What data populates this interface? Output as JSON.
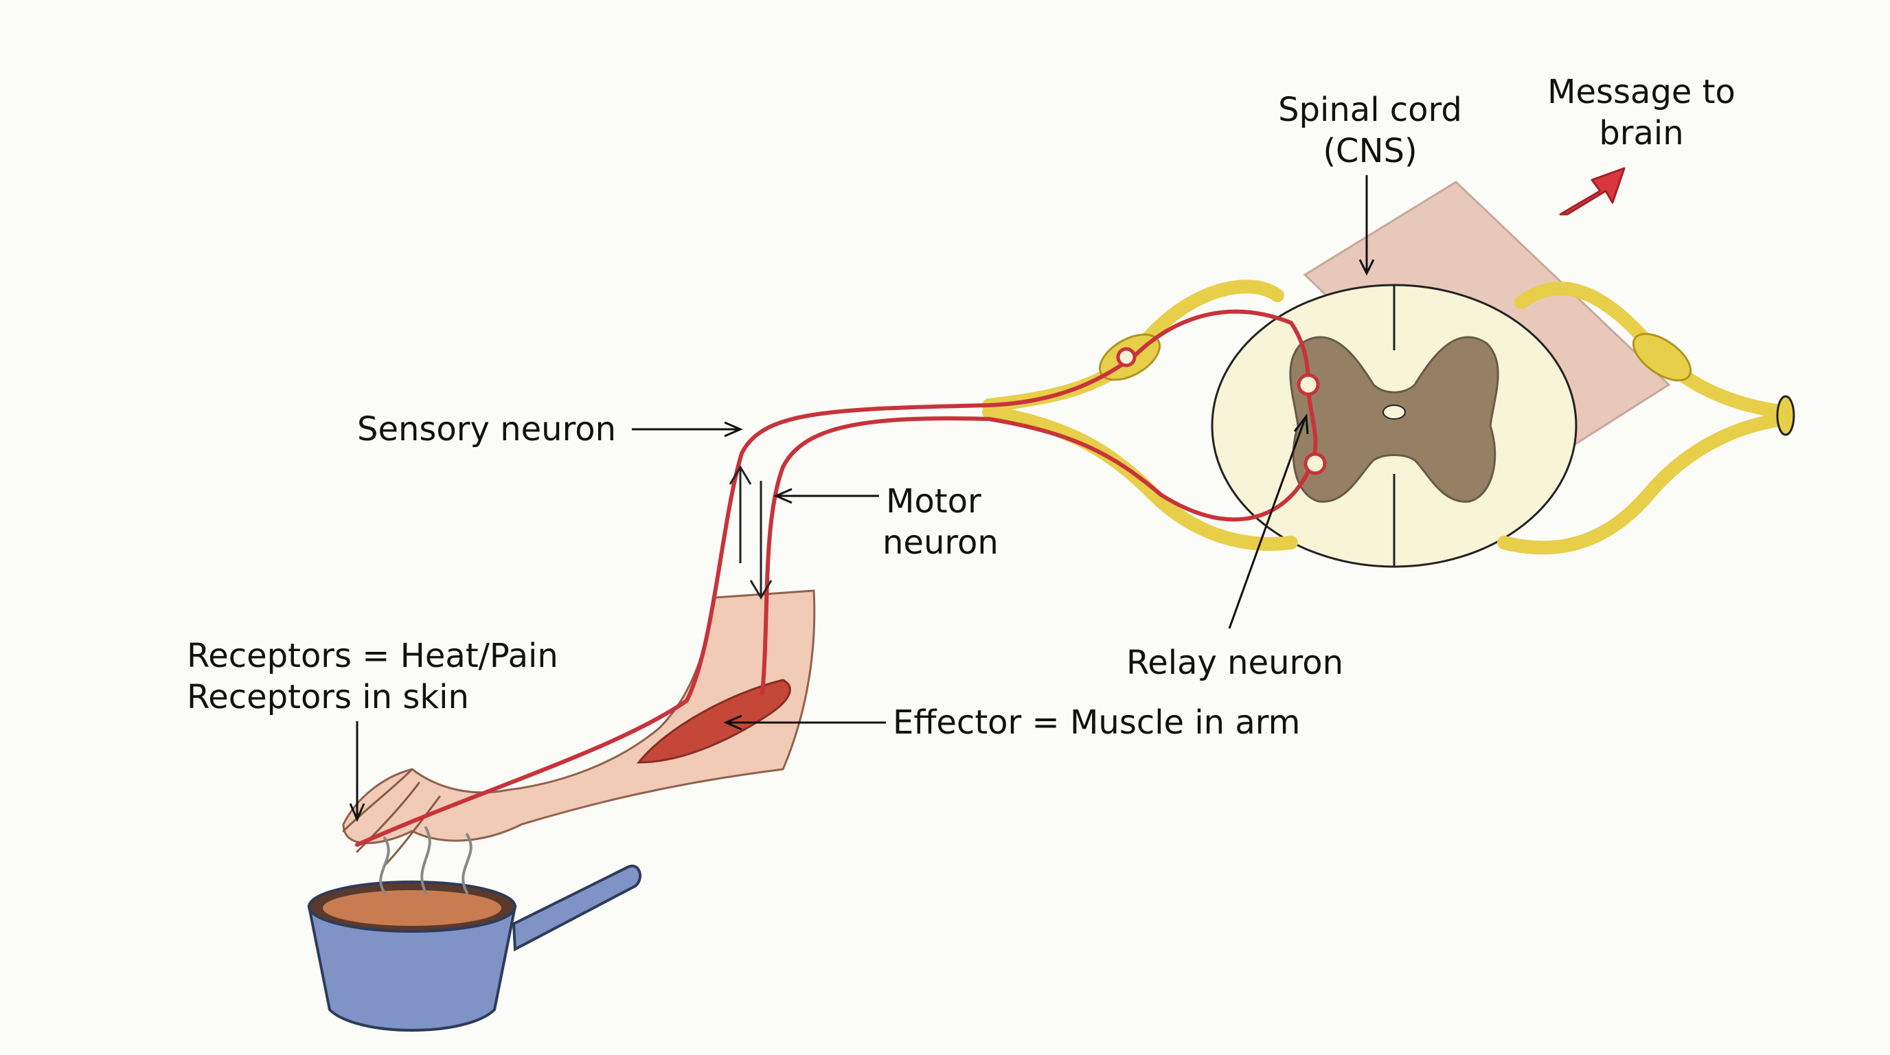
{
  "labels": {
    "spinal_cord_line1": "Spinal cord",
    "spinal_cord_line2": "(CNS)",
    "message_line1": "Message to",
    "message_line2": "brain",
    "sensory_neuron": "Sensory neuron",
    "motor_line1": "Motor",
    "motor_line2": "neuron",
    "relay_neuron": "Relay neuron",
    "receptors_line1": "Receptors = Heat/Pain",
    "receptors_line2": "Receptors in skin",
    "effector": "Effector = Muscle in arm"
  },
  "colors": {
    "neuron_red": "#c8333a",
    "nerve_yellow": "#e8cf4a",
    "white_matter": "#f7f4d8",
    "grey_matter": "#8c7458",
    "skin": "#f1c9b2",
    "muscle": "#c0392b",
    "pan_blue": "#7f93c6",
    "arrow_red": "#d9363e"
  },
  "icons": [
    "spinal-cord-cross-section",
    "arm-hand",
    "saucepan",
    "steam",
    "brain-arrow"
  ]
}
